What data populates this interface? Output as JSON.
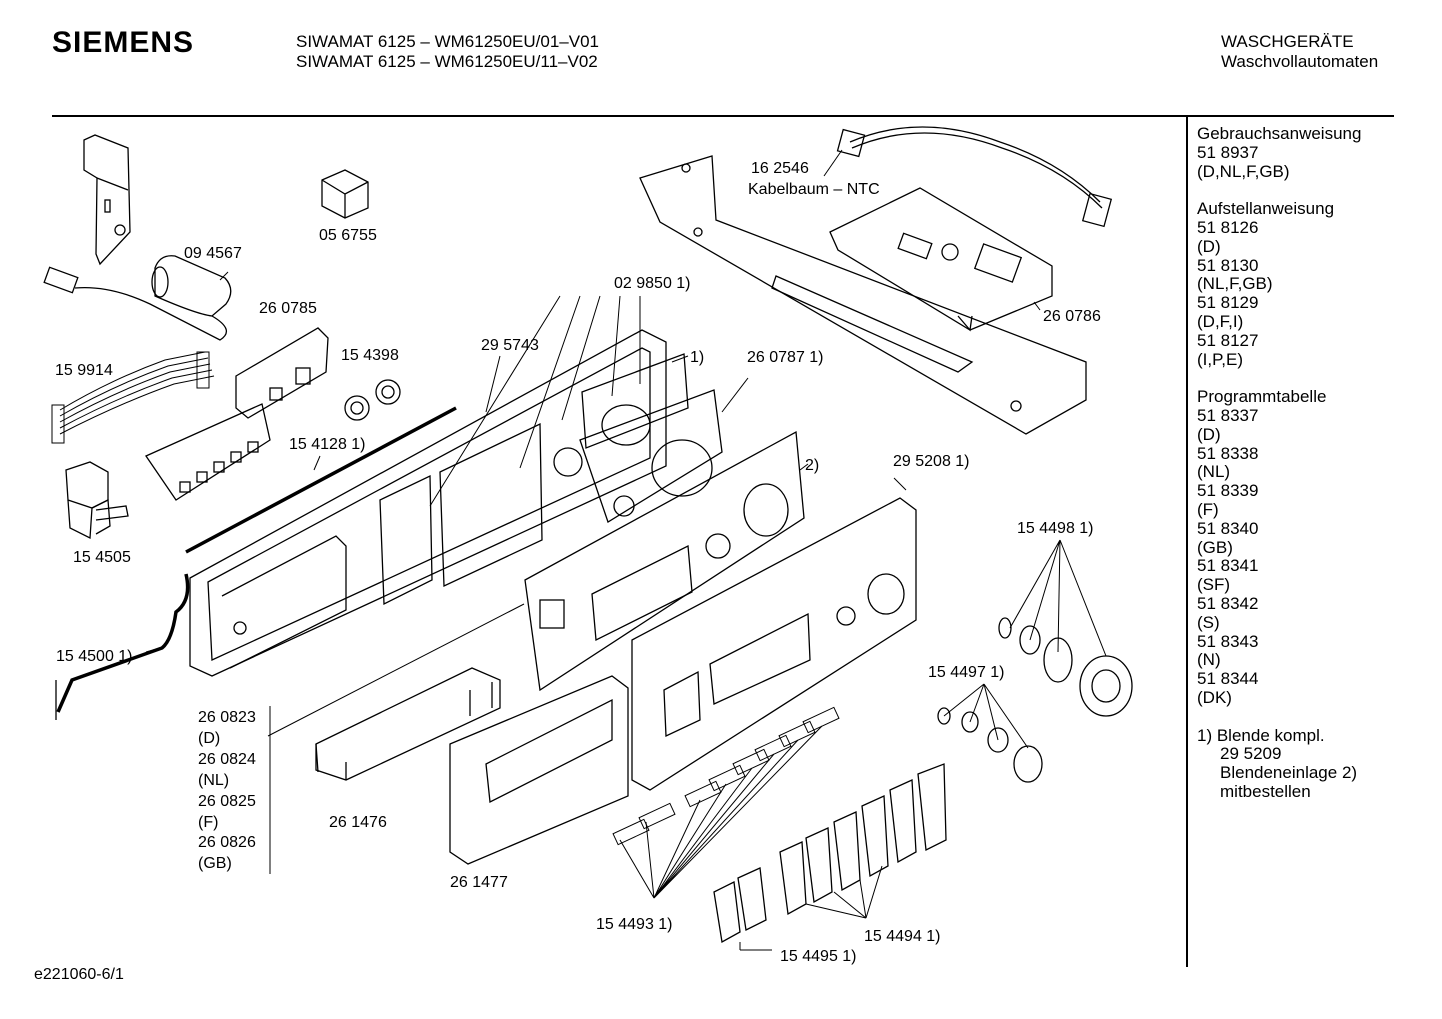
{
  "header": {
    "brand": "SIEMENS",
    "model_line_1": "SIWAMAT 6125 – WM61250EU/01–V01",
    "model_line_2": "SIWAMAT 6125 – WM61250EU/11–V02",
    "category_line_1": "WASCHGERÄTE",
    "category_line_2": "Waschvollautomaten"
  },
  "part_labels": [
    "09 4567",
    "05 6755",
    "16 2546",
    "Kabelbaum – NTC",
    "26 0785",
    "02 9850 1)",
    "15 9914",
    "15 4398",
    "29 5743",
    "1)",
    "26 0787 1)",
    "26 0786",
    "15 4128 1)",
    "2)",
    "29 5208 1)",
    "15 4505",
    "15 4498 1)",
    "15 4500 1)",
    "15 4497 1)",
    "26 1476",
    "26 1477",
    "15 4493 1)",
    "15 4494 1)",
    "15 4495 1)"
  ],
  "part_group_bottom_left": [
    "26 0823",
    "(D)",
    "26 0824",
    "(NL)",
    "26 0825",
    "(F)",
    "26 0826",
    "(GB)"
  ],
  "sidebar": {
    "groups": [
      {
        "title": "Gebrauchsanweisung",
        "lines": [
          "51 8937",
          "(D,NL,F,GB)"
        ]
      },
      {
        "title": "Aufstellanweisung",
        "lines": [
          "51 8126",
          "(D)",
          "51 8130",
          "(NL,F,GB)",
          "51 8129",
          "(D,F,I)",
          "51 8127",
          "(I,P,E)"
        ]
      },
      {
        "title": "Programmtabelle",
        "lines": [
          "51 8337",
          "(D)",
          "51 8338",
          "(NL)",
          "51 8339",
          "(F)",
          "51 8340",
          "(GB)",
          "51 8341",
          "(SF)",
          "51 8342",
          "(S)",
          "51 8343",
          "(N)",
          "51 8344",
          "(DK)"
        ]
      }
    ],
    "footnote": [
      "1) Blende kompl.",
      "29 5209",
      "Blendeneinlage 2)",
      "mitbestellen"
    ]
  },
  "footer_code": "e221060-6/1"
}
